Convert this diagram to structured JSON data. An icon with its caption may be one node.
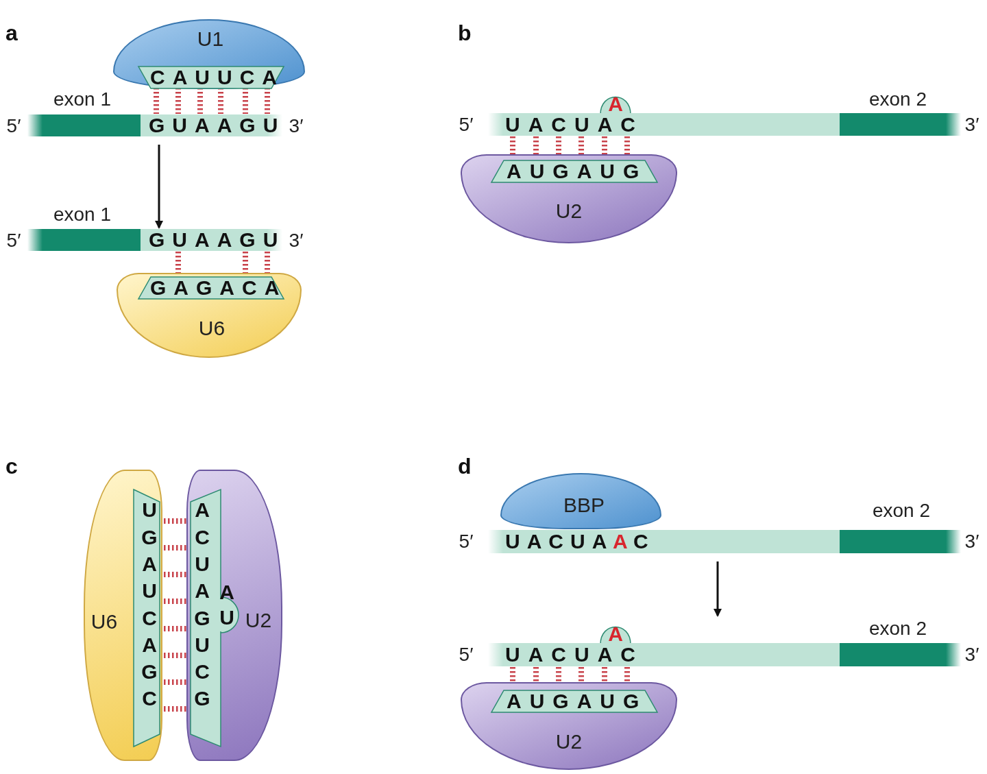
{
  "diagram": {
    "nodes": [
      {
        "text": [
          "U1"
        ]
      },
      {
        "text": [
          "CAUUCA"
        ],
        "in": 0
      },
      {
        "text": [
          "GUAAGU"
        ],
        "beside": [
          "exon 1",
          "5′",
          "3′"
        ]
      },
      {
        "text": [
          "GUAAGU"
        ],
        "beside": [
          "exon 1",
          "5′",
          "3′"
        ]
      },
      {
        "text": [
          "U6"
        ]
      },
      {
        "text": [
          "GAGACA"
        ],
        "in": 4
      },
      {
        "text": [
          "A",
          "UACUAC"
        ],
        "beside": [
          "exon 2",
          "5′",
          "3′"
        ]
      },
      {
        "text": [
          "U2"
        ]
      },
      {
        "text": [
          "AUGAUG"
        ],
        "in": 7
      },
      {
        "text": [
          "U6"
        ]
      },
      {
        "text": [
          "UGAUCAGC"
        ],
        "in": 9
      },
      {
        "text": [
          "U2"
        ]
      },
      {
        "text": [
          "ACUAGUCG",
          "AU"
        ],
        "in": 11
      },
      {
        "text": [
          "BBP"
        ]
      },
      {
        "text": [
          "UACUA",
          "A",
          "C"
        ],
        "beside": [
          "exon 2",
          "5′",
          "3′"
        ]
      },
      {
        "text": [
          "A",
          "UACUAC"
        ],
        "beside": [
          "exon 2",
          "5′",
          "3′"
        ]
      },
      {
        "text": [
          "U2"
        ]
      },
      {
        "text": [
          "AUGAUG"
        ],
        "in": 16
      }
    ],
    "edges": [
      {
        "from": 2,
        "to": 3,
        "arrow": "to",
        "color": "#111111"
      },
      {
        "from": 14,
        "to": 15,
        "arrow": "to",
        "color": "#111111"
      },
      {
        "from": 1,
        "to": 2,
        "arrow": "none",
        "style": "dashed",
        "color": "#c8424a"
      },
      {
        "from": 1,
        "to": 2,
        "arrow": "none",
        "style": "dashed",
        "color": "#c8424a"
      },
      {
        "from": 1,
        "to": 2,
        "arrow": "none",
        "style": "dashed",
        "color": "#c8424a"
      },
      {
        "from": 1,
        "to": 2,
        "arrow": "none",
        "style": "dashed",
        "color": "#c8424a"
      },
      {
        "from": 1,
        "to": 2,
        "arrow": "none",
        "style": "dashed",
        "color": "#c8424a"
      },
      {
        "from": 1,
        "to": 2,
        "arrow": "none",
        "style": "dashed",
        "color": "#c8424a"
      },
      {
        "from": 3,
        "to": 5,
        "arrow": "none",
        "style": "dashed",
        "color": "#c8424a"
      },
      {
        "from": 3,
        "to": 5,
        "arrow": "none",
        "style": "dashed",
        "color": "#c8424a"
      },
      {
        "from": 3,
        "to": 5,
        "arrow": "none",
        "style": "dashed",
        "color": "#c8424a"
      },
      {
        "from": 6,
        "to": 8,
        "arrow": "none",
        "style": "dashed",
        "color": "#c8424a"
      },
      {
        "from": 6,
        "to": 8,
        "arrow": "none",
        "style": "dashed",
        "color": "#c8424a"
      },
      {
        "from": 6,
        "to": 8,
        "arrow": "none",
        "style": "dashed",
        "color": "#c8424a"
      },
      {
        "from": 6,
        "to": 8,
        "arrow": "none",
        "style": "dashed",
        "color": "#c8424a"
      },
      {
        "from": 6,
        "to": 8,
        "arrow": "none",
        "style": "dashed",
        "color": "#c8424a"
      },
      {
        "from": 6,
        "to": 8,
        "arrow": "none",
        "style": "dashed",
        "color": "#c8424a"
      },
      {
        "from": 10,
        "to": 12,
        "arrow": "none",
        "style": "dashed",
        "color": "#c8424a"
      },
      {
        "from": 10,
        "to": 12,
        "arrow": "none",
        "style": "dashed",
        "color": "#c8424a"
      },
      {
        "from": 10,
        "to": 12,
        "arrow": "none",
        "style": "dashed",
        "color": "#c8424a"
      },
      {
        "from": 10,
        "to": 12,
        "arrow": "none",
        "style": "dashed",
        "color": "#c8424a"
      },
      {
        "from": 10,
        "to": 12,
        "arrow": "none",
        "style": "dashed",
        "color": "#c8424a"
      },
      {
        "from": 10,
        "to": 12,
        "arrow": "none",
        "style": "dashed",
        "color": "#c8424a"
      },
      {
        "from": 10,
        "to": 12,
        "arrow": "none",
        "style": "dashed",
        "color": "#c8424a"
      },
      {
        "from": 10,
        "to": 12,
        "arrow": "none",
        "style": "dashed",
        "color": "#c8424a"
      },
      {
        "from": 15,
        "to": 17,
        "arrow": "none",
        "style": "dashed",
        "color": "#c8424a"
      },
      {
        "from": 15,
        "to": 17,
        "arrow": "none",
        "style": "dashed",
        "color": "#c8424a"
      },
      {
        "from": 15,
        "to": 17,
        "arrow": "none",
        "style": "dashed",
        "color": "#c8424a"
      },
      {
        "from": 15,
        "to": 17,
        "arrow": "none",
        "style": "dashed",
        "color": "#c8424a"
      },
      {
        "from": 15,
        "to": 17,
        "arrow": "none",
        "style": "dashed",
        "color": "#c8424a"
      },
      {
        "from": 15,
        "to": 17,
        "arrow": "none",
        "style": "dashed",
        "color": "#c8424a"
      }
    ],
    "labels": [
      "a",
      "b",
      "c",
      "d"
    ]
  }
}
